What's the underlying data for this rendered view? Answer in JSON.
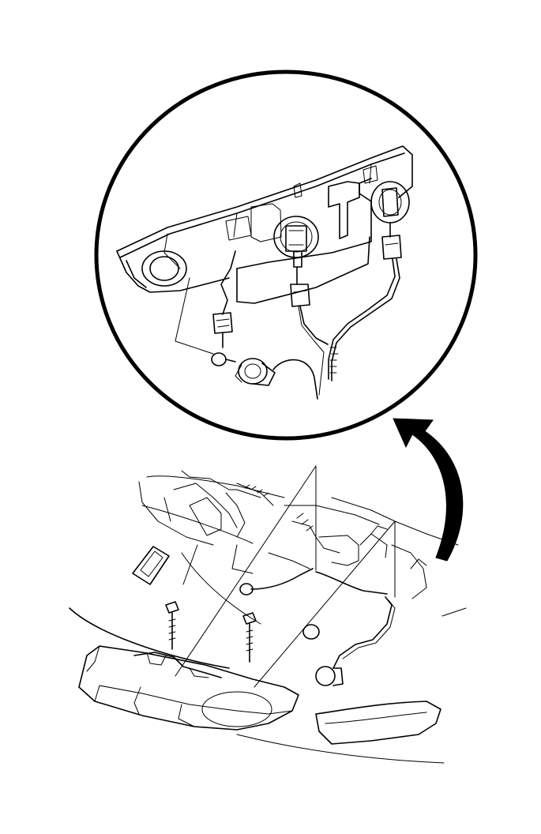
{
  "figure": {
    "caption": "",
    "detail_view": {
      "parts": [
        "headlamp-housing",
        "headlamp-bulb-socket",
        "turn-signal-bulb-socket",
        "side-marker-bulb",
        "side-marker-socket",
        "wiring-harness",
        "harness-connectors"
      ]
    },
    "vehicle_view": {
      "parts": [
        "headlamp-assembly",
        "mounting-bolt",
        "mounting-bolt",
        "front-fascia",
        "engine-bay",
        "wiring-harness",
        "bulb"
      ]
    },
    "callout_arrow_icon": "curved-arrow-icon",
    "colors": {
      "line": "#000000",
      "background": "#ffffff"
    }
  }
}
